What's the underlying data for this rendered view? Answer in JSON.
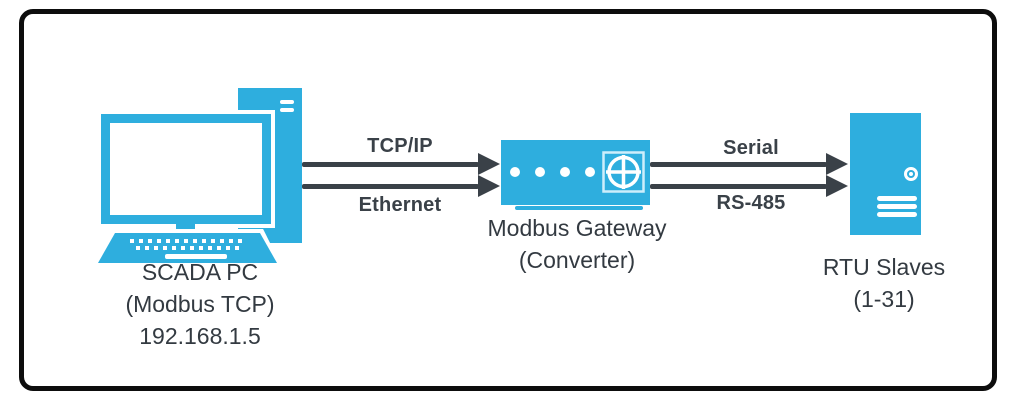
{
  "colors": {
    "accent": "#2eaede",
    "arrow": "#3a4148",
    "label": "#333a41",
    "frame": "#0d0d0d"
  },
  "nodes": {
    "pc": {
      "icon": "desktop-computer-icon",
      "lines": [
        "SCADA PC",
        "(Modbus TCP)",
        "192.168.1.5"
      ]
    },
    "gateway": {
      "icon": "gateway-globe-icon",
      "lines": [
        "Modbus Gateway",
        "(Converter)"
      ]
    },
    "rtu": {
      "icon": "server-tower-icon",
      "lines": [
        "RTU Slaves",
        "(1-31)"
      ]
    }
  },
  "links": {
    "pc_to_gateway": {
      "top_label": "TCP/IP",
      "bottom_label": "Ethernet"
    },
    "gateway_to_rtu": {
      "top_label": "Serial",
      "bottom_label": "RS-485"
    }
  }
}
